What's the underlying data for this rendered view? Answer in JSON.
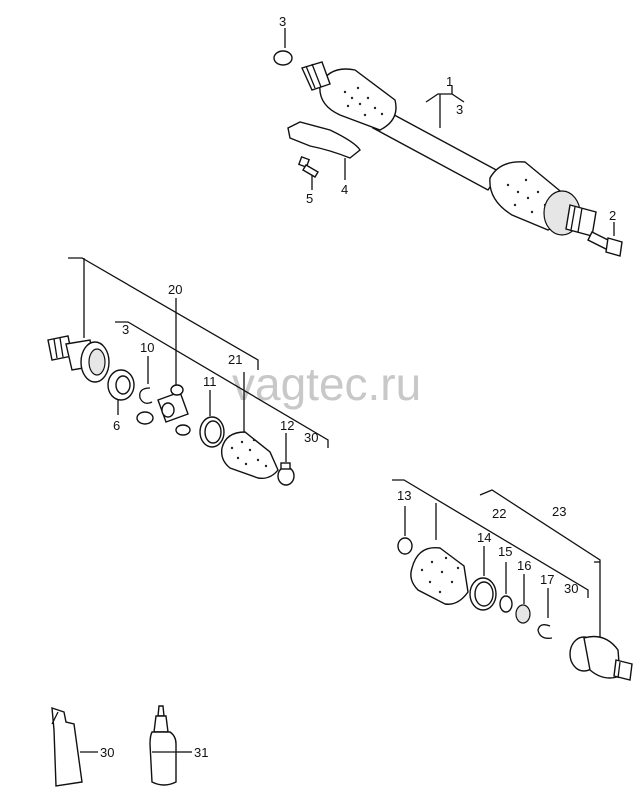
{
  "watermark": "vagtec.ru",
  "callouts": {
    "c1": "1",
    "c2": "2",
    "c3a": "3",
    "c3b": "3",
    "c3c": "3",
    "c4": "4",
    "c5": "5",
    "c6": "6",
    "c10": "10",
    "c11": "11",
    "c12": "12",
    "c13": "13",
    "c14": "14",
    "c15": "15",
    "c16": "16",
    "c17": "17",
    "c20": "20",
    "c21": "21",
    "c22": "22",
    "c23": "23",
    "c30a": "30",
    "c30b": "30",
    "c30c": "30",
    "c31": "31"
  }
}
